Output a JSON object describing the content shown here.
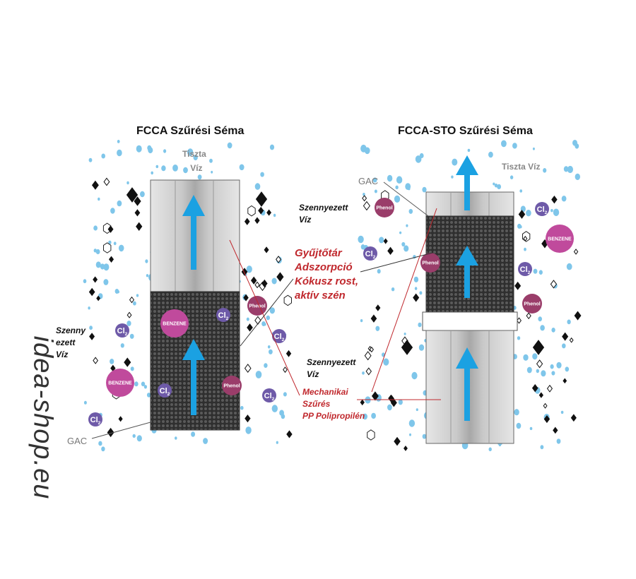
{
  "left": {
    "title": "FCCA Szűrési Séma",
    "clean_water": [
      "Tiszta",
      "Víz"
    ],
    "dirty_water_top": [
      "Szennyezett",
      "Víz"
    ],
    "dirty_water_left": [
      "Szenny",
      "ezett",
      "Víz"
    ],
    "gac": "GAC"
  },
  "right": {
    "title": "FCCA-STO Szűrési Séma",
    "clean_water": "Tiszta Víz",
    "dirty_water": [
      "Szennyezett",
      "Víz"
    ],
    "gac": "GAC"
  },
  "annotations": {
    "adsorption": [
      "Gyűjtőtár",
      "Adszorpció",
      "Kókusz rost,",
      "aktív szén"
    ],
    "mechanical": [
      "Mechanikai",
      "Szűrés",
      "PP Polipropilén"
    ]
  },
  "molecules": {
    "cl": "Cl",
    "cl_sub": "2",
    "phenol": "Phenol",
    "benzene": "BENZENE"
  },
  "watermark": "idea-shop.eu",
  "colors": {
    "arrow": "#1ba1e2",
    "droplet": "#7fc6ea",
    "carbon": "#3a3a3a",
    "cl_ball": "#6e5aa8",
    "phenol_ball": "#9a3d6a",
    "benzene_ball": "#c04a9c",
    "annotation": "#c0282d"
  }
}
